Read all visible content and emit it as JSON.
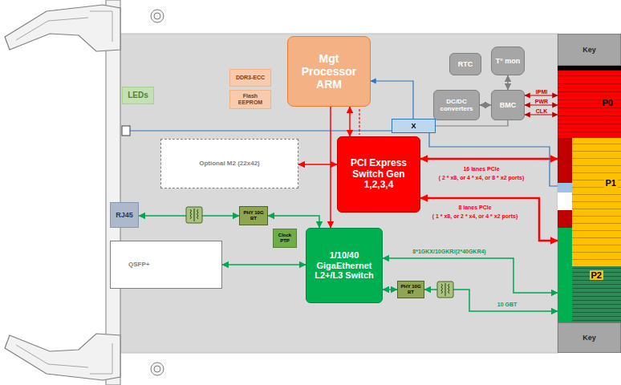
{
  "diagram": {
    "nodes": [
      {
        "text": [
          "LEDs"
        ]
      },
      {
        "text": [
          "DDR3-ECC"
        ]
      },
      {
        "text": [
          "Flash EEPROM"
        ]
      },
      {
        "text": [
          "Mgt Processor ARM"
        ]
      },
      {
        "text": [
          "RTC"
        ]
      },
      {
        "text": [
          "T° mon"
        ]
      },
      {
        "text": [
          "DC/DC converters"
        ]
      },
      {
        "text": [
          "BMC"
        ]
      },
      {
        "text": [
          "X"
        ]
      },
      {
        "text": [
          "Optional M2 (22x42)"
        ]
      },
      {
        "text": [
          "PCI Express Switch Gen 1,2,3,4"
        ]
      },
      {
        "text": [
          "RJ45"
        ]
      },
      {
        "text": [
          "PHY 10G BT"
        ]
      },
      {
        "text": [
          "Clock PTP"
        ]
      },
      {
        "text": [
          "1/10/40 GigaEthernet L2+/L3 Switch"
        ]
      },
      {
        "text": [
          "QSFP+"
        ]
      },
      {
        "text": [
          "PHY 10G BT"
        ]
      },
      {
        "text": [
          "Key"
        ]
      },
      {
        "text": [
          "P0"
        ]
      },
      {
        "text": [
          "P1"
        ]
      },
      {
        "text": [
          "P2"
        ]
      },
      {
        "text": [
          "Key"
        ]
      }
    ],
    "edges": [
      {
        "from": 3,
        "to": 10,
        "arrow": "both"
      },
      {
        "from": 3,
        "to": 14,
        "arrow": "to"
      },
      {
        "from": 9,
        "to": 10,
        "arrow": "both"
      },
      {
        "from": 10,
        "to": 19,
        "arrow": "both"
      },
      {
        "from": 10,
        "to": 20,
        "arrow": "both"
      },
      {
        "from": 11,
        "to": 12,
        "arrow": "both"
      },
      {
        "from": 12,
        "to": 14,
        "arrow": "both"
      },
      {
        "from": 15,
        "to": 14,
        "arrow": "both"
      },
      {
        "from": 14,
        "to": 20,
        "arrow": "both",
        "label": "8*1GKX/10GKR/(2*40GKR4)"
      },
      {
        "from": 14,
        "to": 16,
        "arrow": "both"
      },
      {
        "from": 16,
        "to": 20,
        "arrow": "both",
        "label": "10 GBT"
      },
      {
        "from": 8,
        "to": 3,
        "arrow": "to"
      },
      {
        "from": 8,
        "to": 7,
        "arrow": "none"
      },
      {
        "from": 6,
        "to": 7,
        "arrow": "both"
      },
      {
        "from": 5,
        "to": 7,
        "arrow": "both"
      },
      {
        "from": 7,
        "to": 18,
        "arrow": "both",
        "label": "IPMI"
      },
      {
        "from": 7,
        "to": 18,
        "arrow": "both",
        "label": "PWR"
      },
      {
        "from": 7,
        "to": 18,
        "arrow": "both",
        "label": "CLK"
      },
      {
        "from": 8,
        "to": 19,
        "arrow": "none"
      }
    ],
    "labels": [
      "16 lanes PCIe",
      "( 2 * x8, or 4 * x4, or 8 * x2 ports)",
      "8 lanes PCIe",
      "( 1 * x8, or 2 * x4, or 4 * x2 ports)"
    ]
  }
}
